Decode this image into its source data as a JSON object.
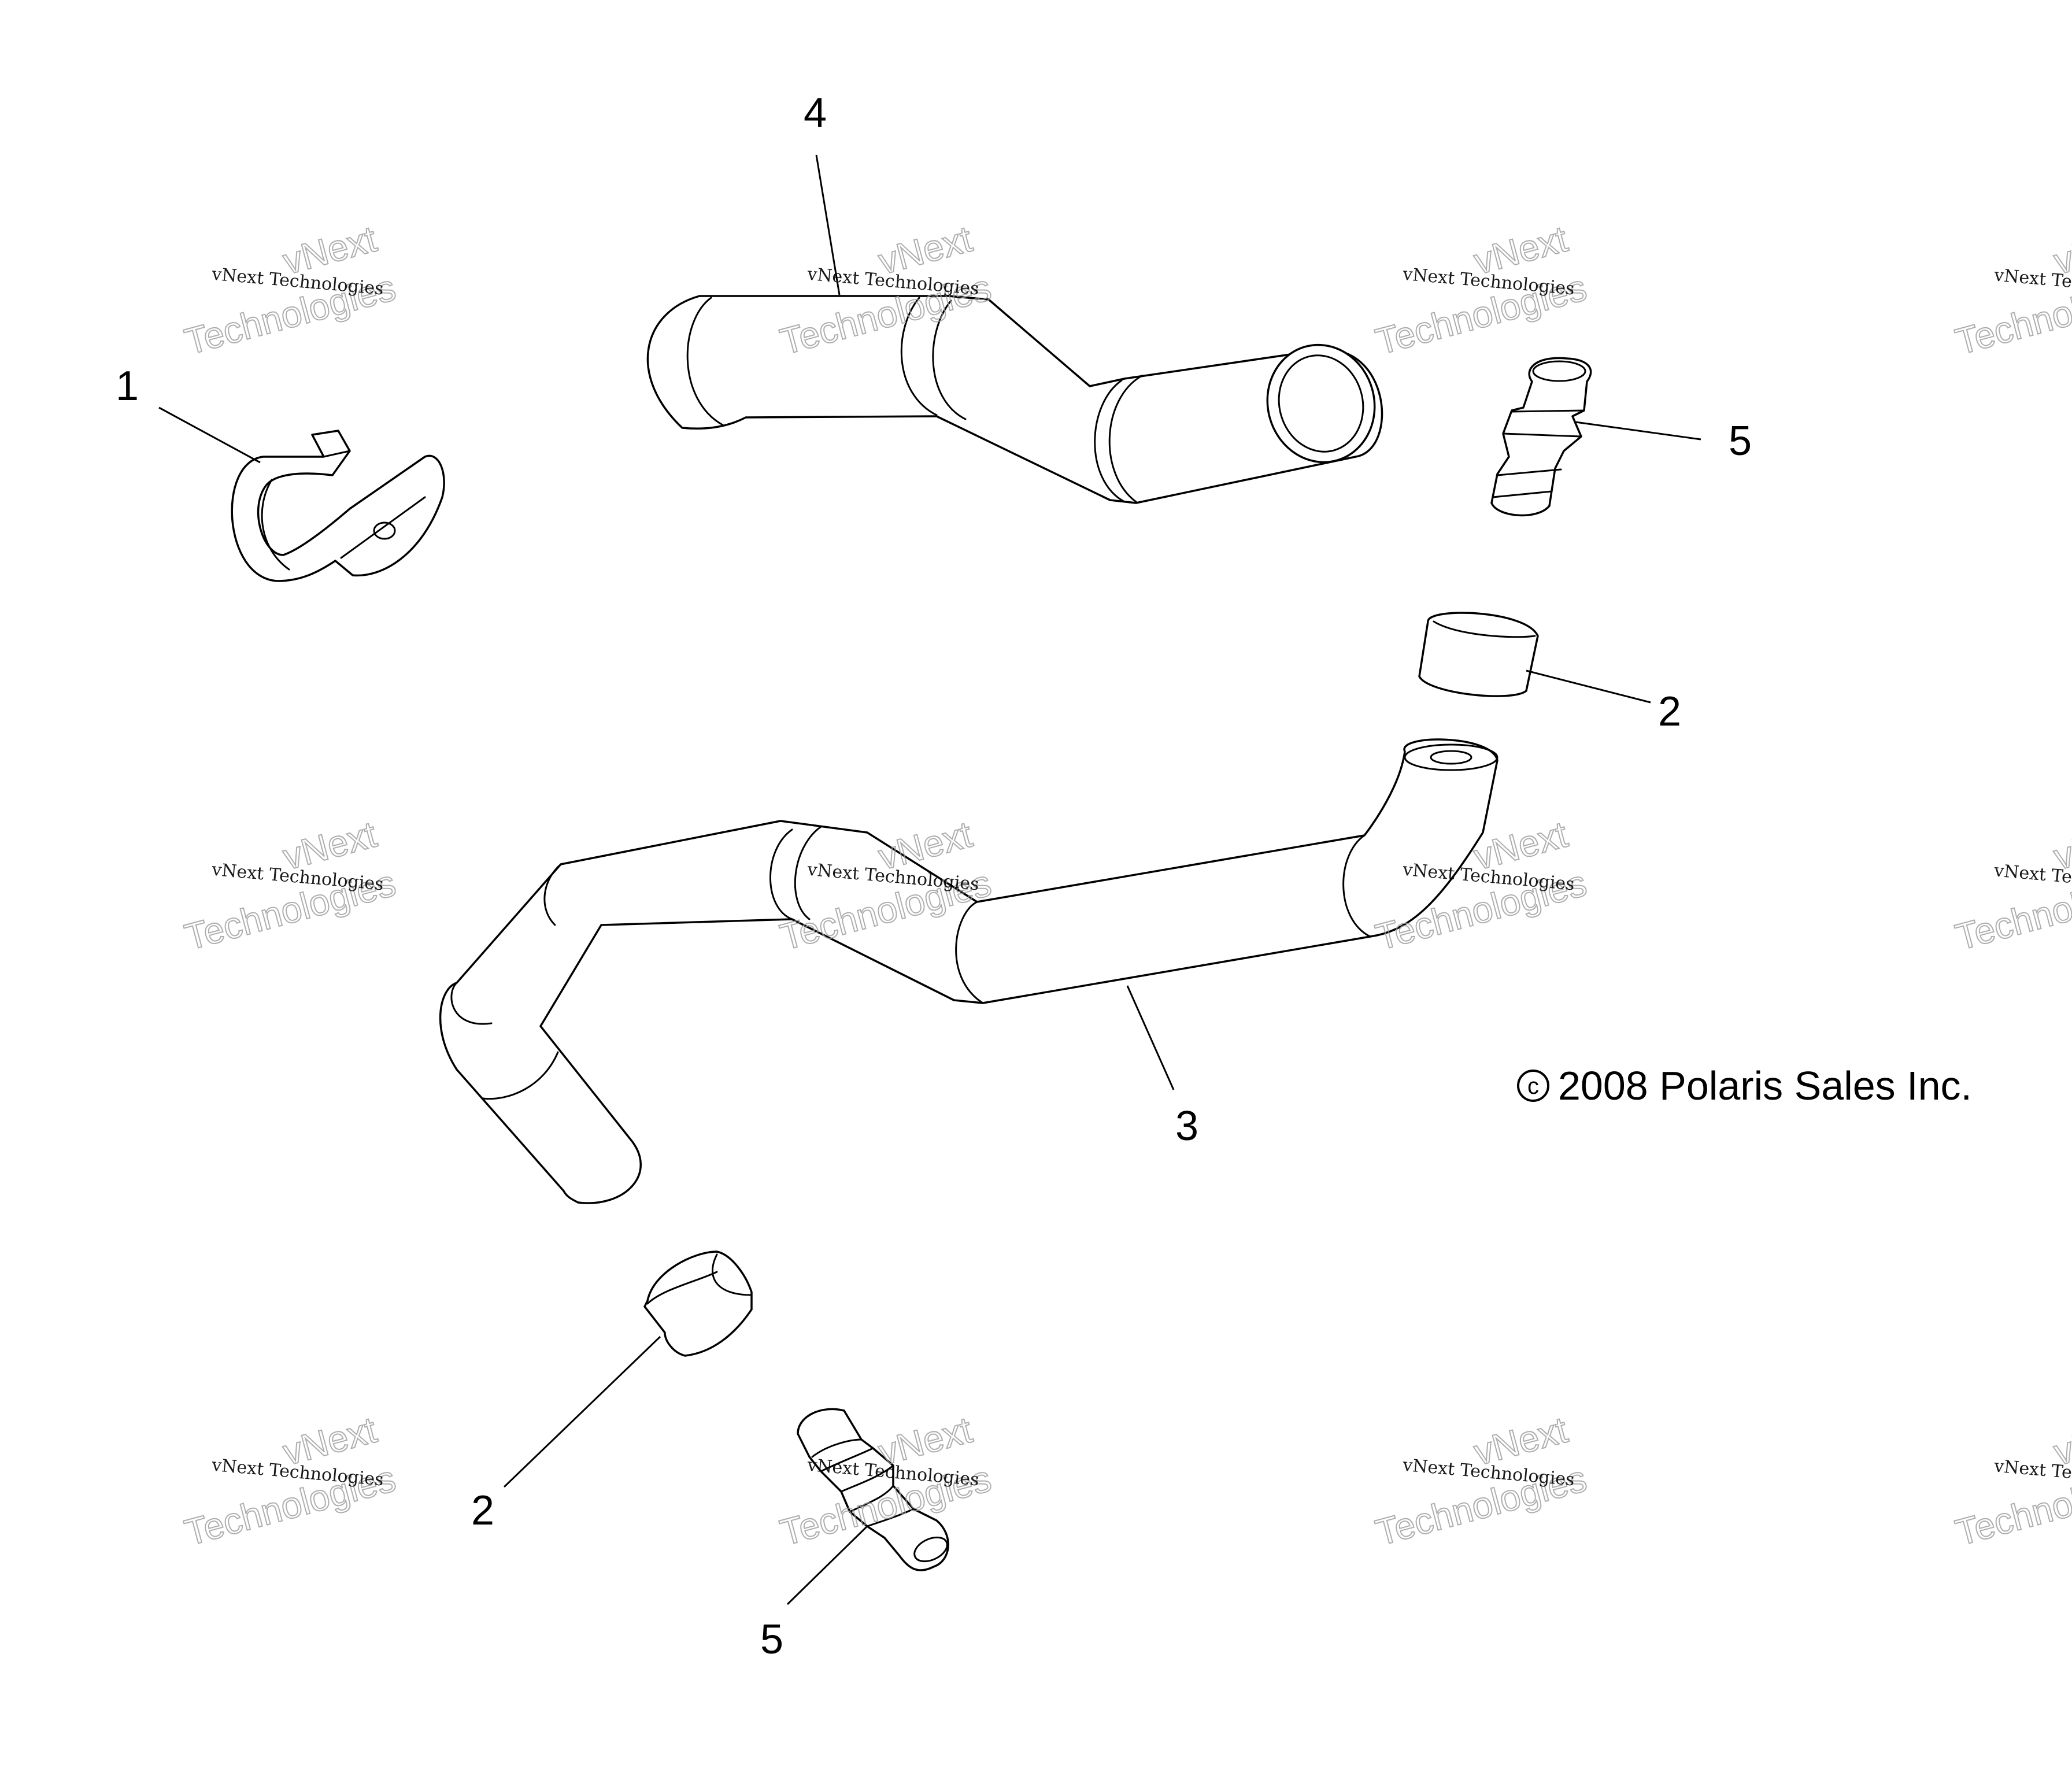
{
  "callouts": [
    "1",
    "2",
    "3",
    "4",
    "5"
  ],
  "copyright": "2008 Polaris Sales Inc.",
  "copyright_symbol": "c",
  "watermark": {
    "small": "vNext Technologies",
    "large_top": "vNext",
    "large_bottom": "Technologies"
  }
}
